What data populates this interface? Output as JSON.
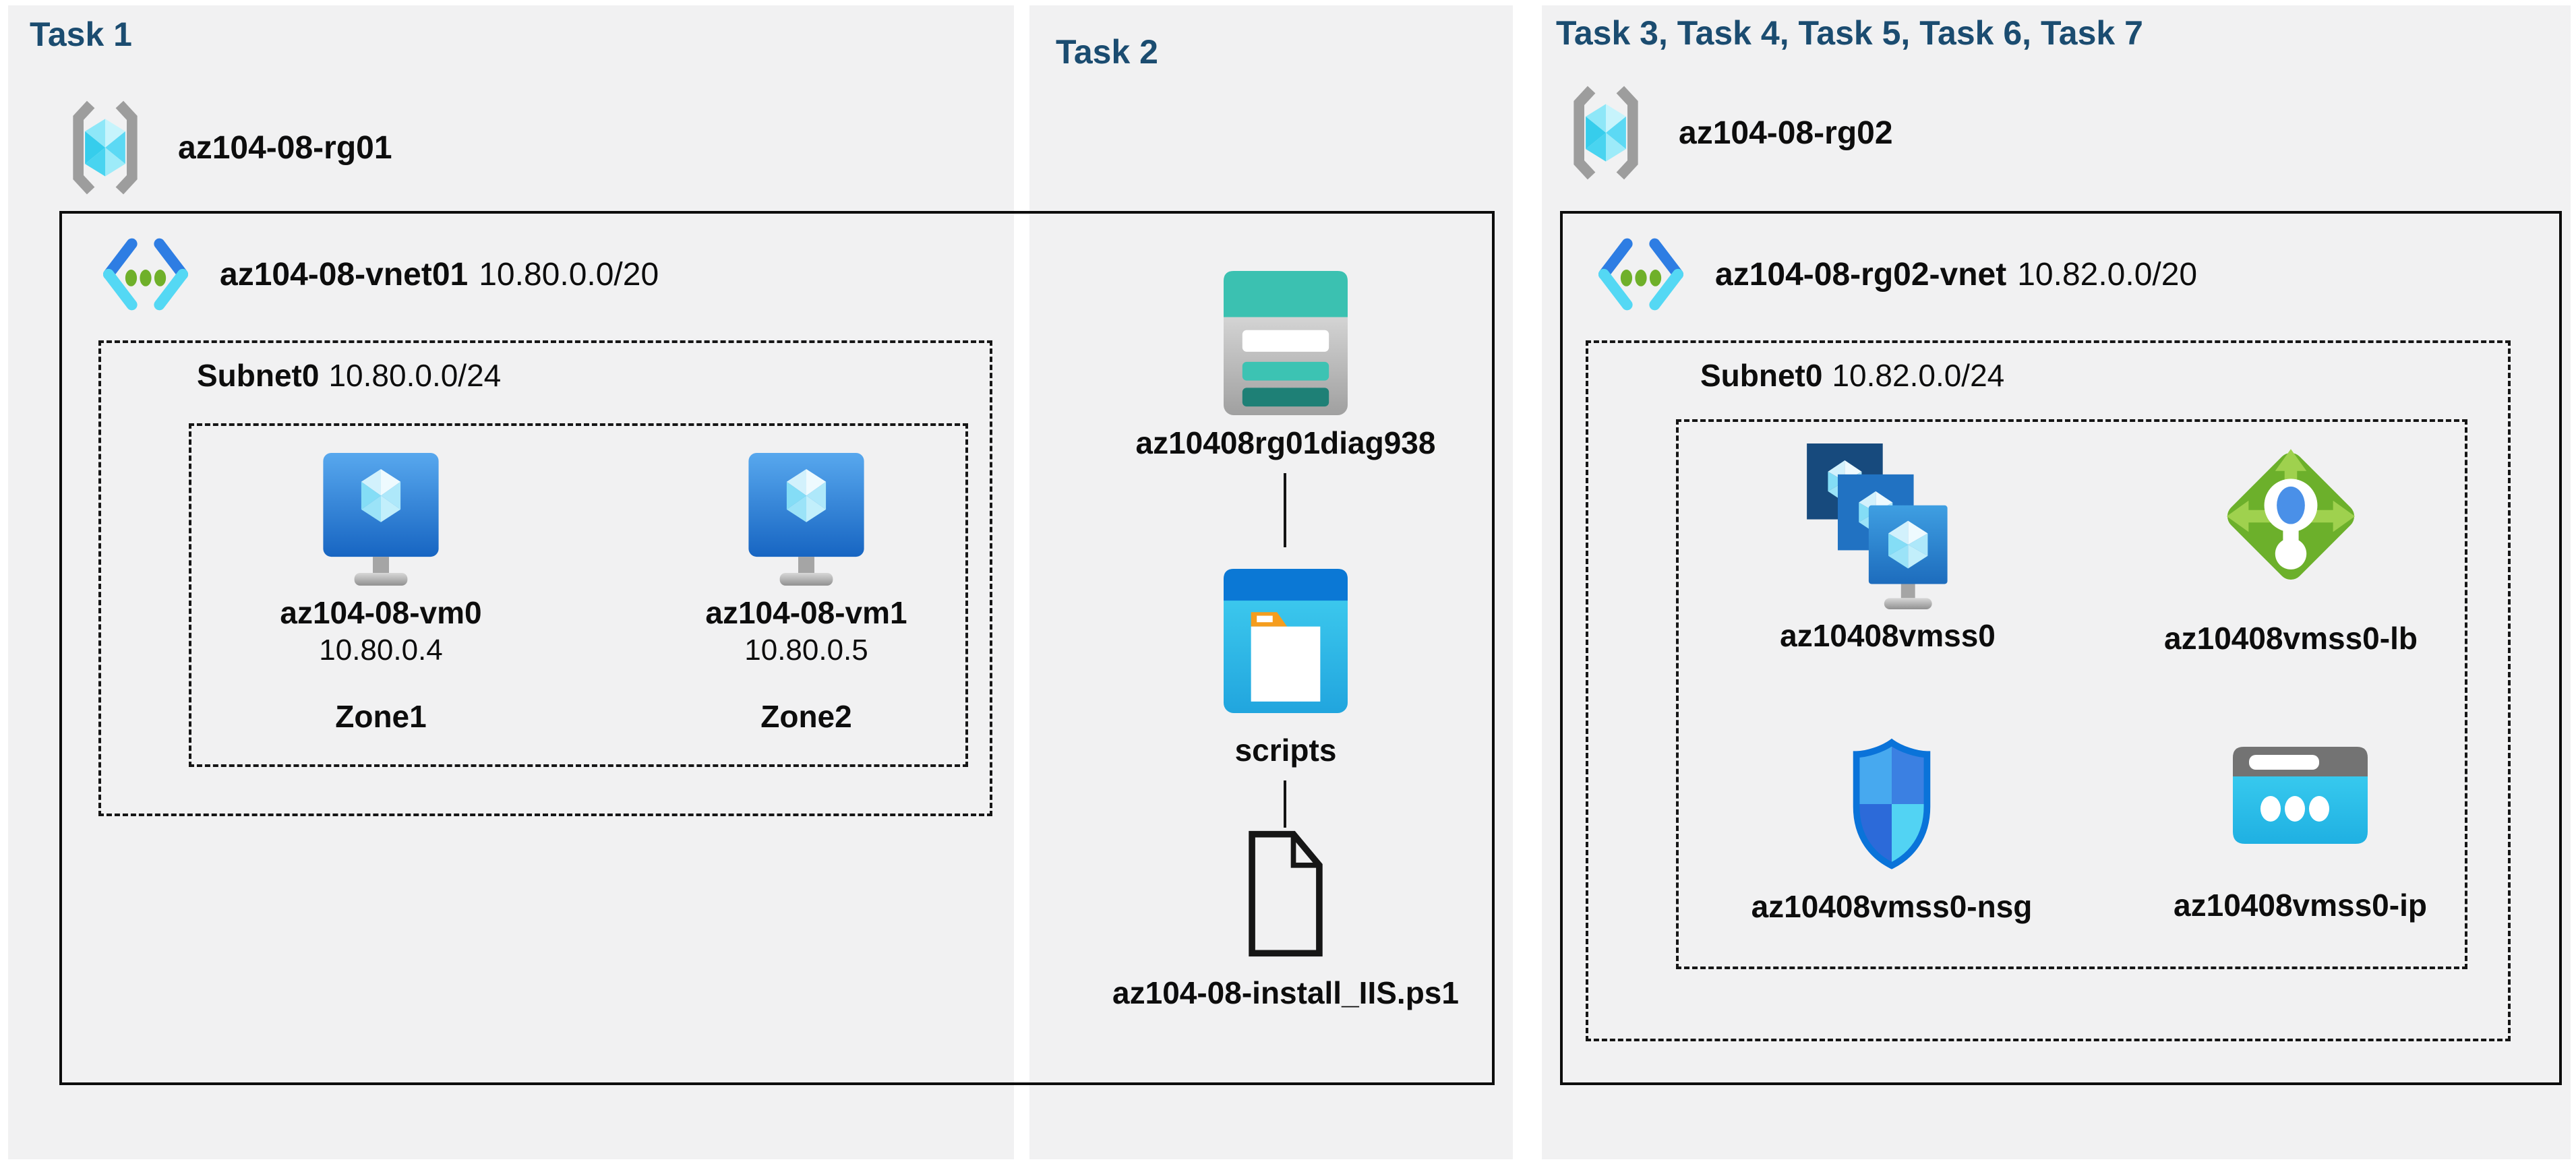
{
  "colors": {
    "header_text": "#1b4c70",
    "panel_background": "#f1f1f2",
    "label_text": "#0d0d0d",
    "box_border": "#0d0d0d"
  },
  "columns": [
    {
      "header": "Task 1",
      "resource_group": {
        "name": "az104-08-rg01",
        "icon": "resource-group-icon"
      },
      "vnet": {
        "name": "az104-08-vnet01",
        "cidr": "10.80.0.0/20",
        "icon": "virtual-network-icon"
      },
      "subnet": {
        "name": "Subnet0",
        "cidr": "10.80.0.0/24"
      },
      "vms": [
        {
          "name": "az104-08-vm0",
          "ip": "10.80.0.4",
          "zone": "Zone1",
          "icon": "virtual-machine-icon"
        },
        {
          "name": "az104-08-vm1",
          "ip": "10.80.0.5",
          "zone": "Zone2",
          "icon": "virtual-machine-icon"
        }
      ]
    },
    {
      "header": "Task 2",
      "storage_account": {
        "name": "az10408rg01diag938",
        "icon": "storage-account-icon"
      },
      "blob_container": {
        "name": "scripts",
        "icon": "blob-container-icon"
      },
      "script_file": {
        "name": "az104-08-install_IIS.ps1",
        "icon": "file-icon"
      }
    },
    {
      "header": "Task 3, Task 4, Task 5, Task 6, Task 7",
      "resource_group": {
        "name": "az104-08-rg02",
        "icon": "resource-group-icon"
      },
      "vnet": {
        "name": "az104-08-rg02-vnet",
        "cidr": "10.82.0.0/20",
        "icon": "virtual-network-icon"
      },
      "subnet": {
        "name": "Subnet0",
        "cidr": "10.82.0.0/24"
      },
      "resources": [
        {
          "name": "az10408vmss0",
          "icon": "vmss-icon"
        },
        {
          "name": "az10408vmss0-lb",
          "icon": "load-balancer-icon"
        },
        {
          "name": "az10408vmss0-nsg",
          "icon": "network-security-group-icon"
        },
        {
          "name": "az10408vmss0-ip",
          "icon": "public-ip-icon"
        }
      ]
    }
  ]
}
